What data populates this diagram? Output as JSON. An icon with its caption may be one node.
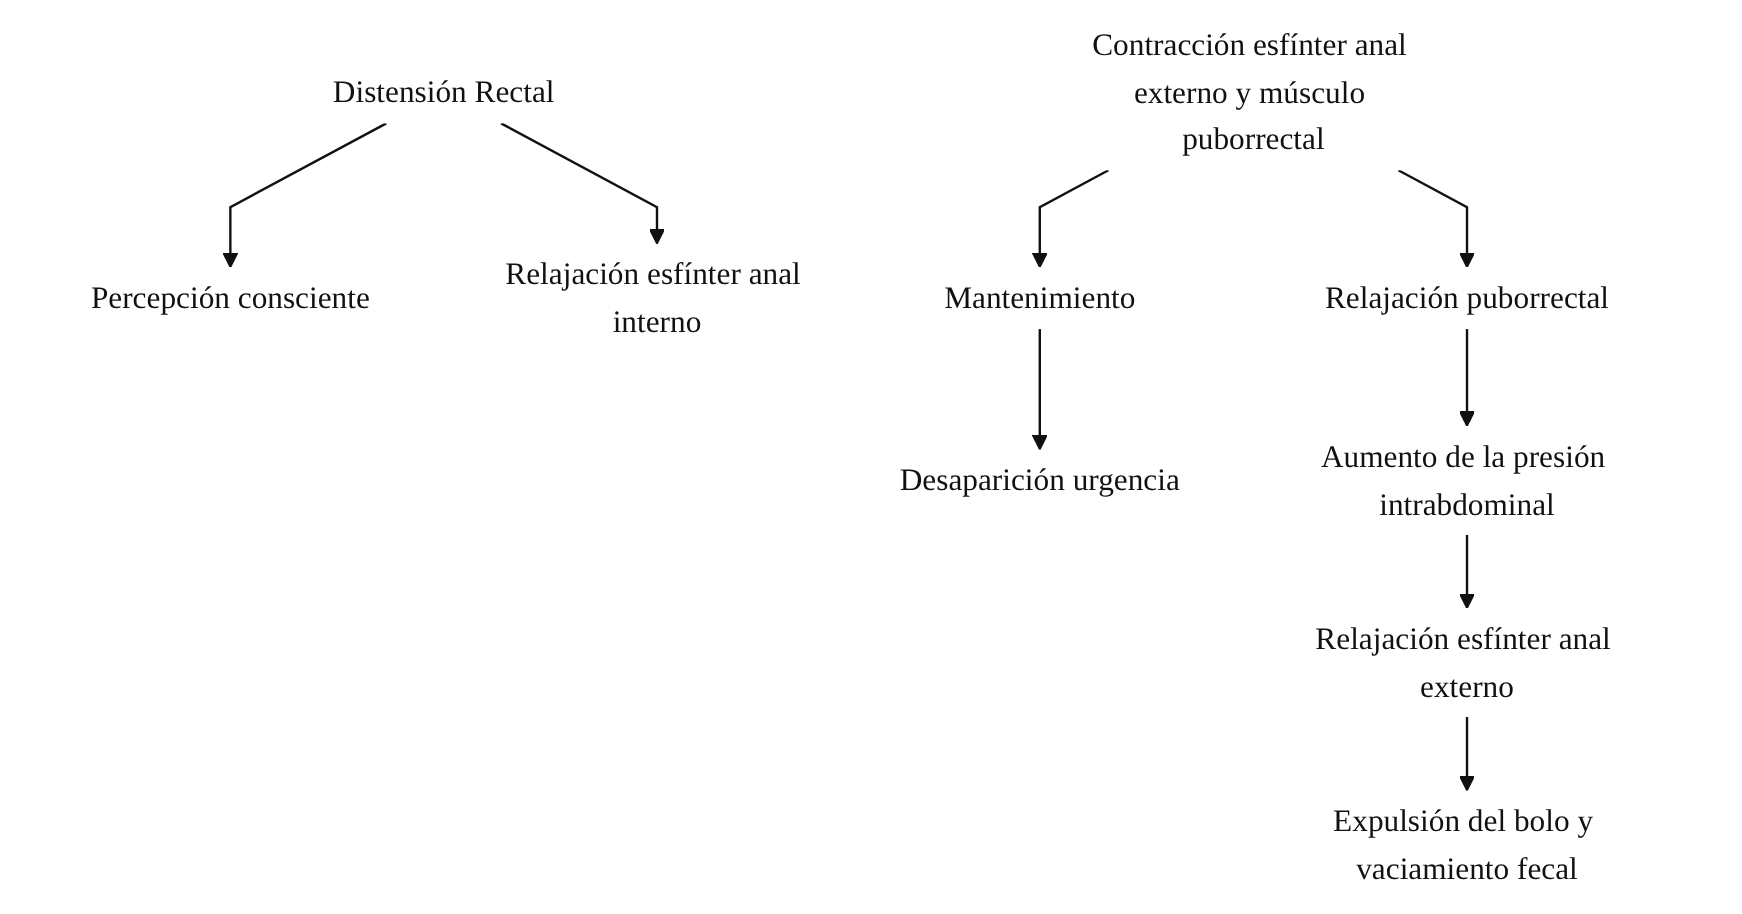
{
  "diagram": {
    "nodes": [
      {
        "text": [
          "Distensión Rectal"
        ]
      },
      {
        "text": [
          "Percepción consciente"
        ]
      },
      {
        "text": [
          "Relajación esfínter anal interno"
        ]
      },
      {
        "text": [
          "Contracción esfínter anal externo y músculo puborrectal"
        ]
      },
      {
        "text": [
          "Relajación puborrectal"
        ]
      },
      {
        "text": [
          "Mantenimiento"
        ]
      },
      {
        "text": [
          "Desaparición urgencia"
        ]
      },
      {
        "text": [
          "Aumento de la presión intrabdominal"
        ]
      },
      {
        "text": [
          "Relajación esfínter anal externo"
        ]
      },
      {
        "text": [
          "Expulsión del bolo y vaciamiento fecal"
        ]
      }
    ],
    "edges": [
      {
        "from": 0,
        "to": 1,
        "arrow": "to"
      },
      {
        "from": 0,
        "to": 2,
        "arrow": "to"
      },
      {
        "from": 3,
        "to": 4,
        "arrow": "to"
      },
      {
        "from": 3,
        "to": 5,
        "arrow": "to"
      },
      {
        "from": 5,
        "to": 6,
        "arrow": "to"
      },
      {
        "from": 4,
        "to": 7,
        "arrow": "to"
      },
      {
        "from": 7,
        "to": 8,
        "arrow": "to"
      },
      {
        "from": 8,
        "to": 9,
        "arrow": "to"
      }
    ]
  }
}
